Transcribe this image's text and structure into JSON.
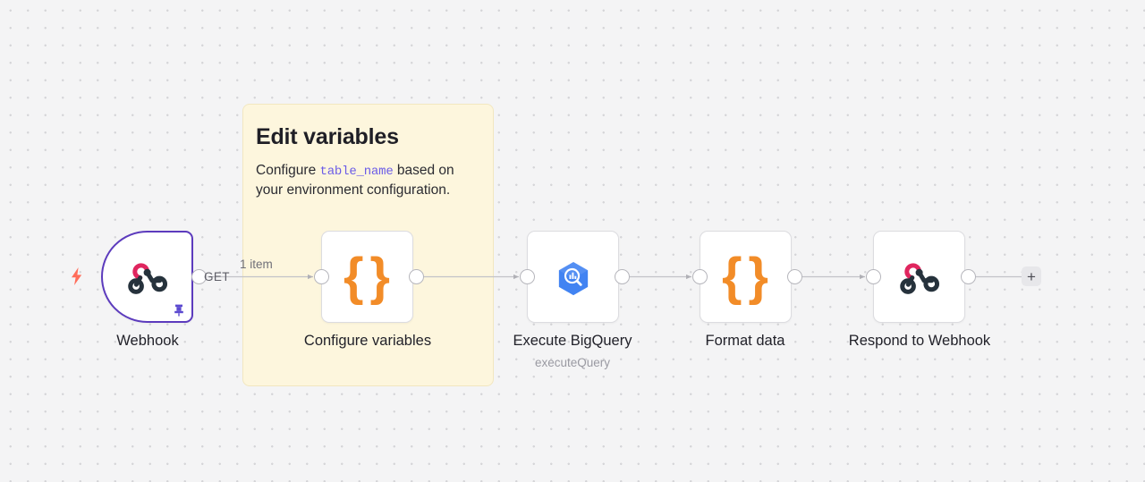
{
  "canvas": {
    "background_color": "#f4f4f5",
    "dot_color": "#d5d5d8"
  },
  "sticky_note": {
    "title": "Edit variables",
    "body_prefix": "Configure ",
    "body_code": "table_name",
    "body_suffix": " based on your environment configuration.",
    "background_color": "#fdf6dd",
    "border_color": "#f2e7c0",
    "code_color": "#6b5ce7"
  },
  "nodes": [
    {
      "id": "webhook",
      "label": "Webhook",
      "sublabel": "",
      "icon": "webhook-icon",
      "type": "trigger",
      "pinned": true,
      "border_color": "#5c3bbd"
    },
    {
      "id": "configure-variables",
      "label": "Configure variables",
      "sublabel": "",
      "icon": "code-braces-icon",
      "type": "code",
      "pinned": false,
      "border_color": "#dcdce0"
    },
    {
      "id": "execute-bigquery",
      "label": "Execute BigQuery",
      "sublabel": "executeQuery",
      "icon": "bigquery-icon",
      "type": "app",
      "pinned": false,
      "border_color": "#dcdce0"
    },
    {
      "id": "format-data",
      "label": "Format data",
      "sublabel": "",
      "icon": "code-braces-icon",
      "type": "code",
      "pinned": false,
      "border_color": "#dcdce0"
    },
    {
      "id": "respond-to-webhook",
      "label": "Respond to Webhook",
      "sublabel": "",
      "icon": "webhook-icon",
      "type": "app",
      "pinned": false,
      "border_color": "#dcdce0"
    }
  ],
  "connections": {
    "method_label": "GET",
    "item_count_label": "1 item"
  },
  "add_node_button": {
    "label": "+"
  },
  "colors": {
    "accent_purple": "#5c3bbd",
    "trigger_bolt": "#ff6d5a",
    "code_orange": "#f28c28",
    "bigquery_blue": "#4285f4",
    "webhook_pink": "#e0265f",
    "webhook_dark": "#26323c",
    "pin_purple": "#5c4ad0"
  }
}
